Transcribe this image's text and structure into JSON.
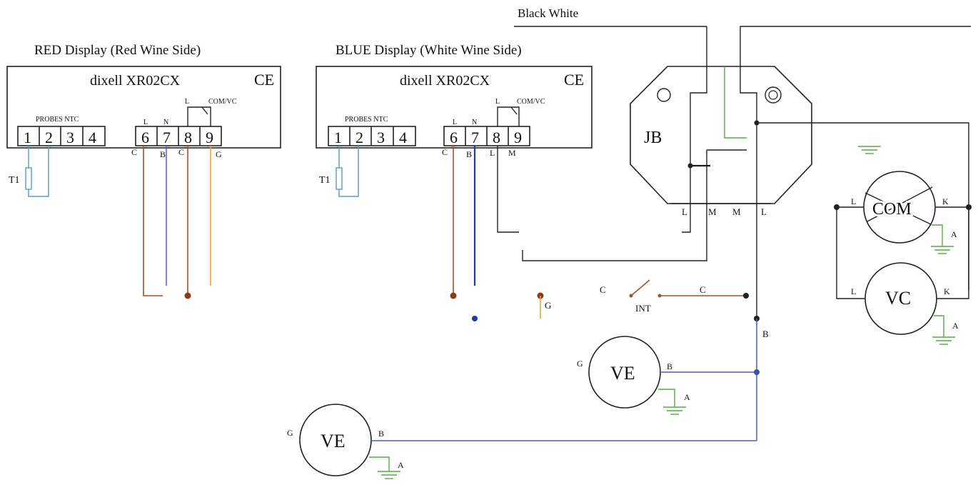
{
  "header_label": "Black White",
  "displays": [
    {
      "title": "RED Display (Red Wine Side)",
      "model": "dixell XR02CX",
      "mark": "CE",
      "probes_label": "PROBES NTC",
      "terminals": [
        "1",
        "2",
        "3",
        "4",
        "6",
        "7",
        "8",
        "9"
      ],
      "labels_top": [
        "L",
        "N",
        "L",
        "COM/VC"
      ],
      "labels_bottom": [
        "C",
        "B",
        "C",
        "G"
      ],
      "sensor": "T1"
    },
    {
      "title": "BLUE Display (White Wine Side)",
      "model": "dixell XR02CX",
      "mark": "CE",
      "probes_label": "PROBES NTC",
      "terminals": [
        "1",
        "2",
        "3",
        "4",
        "6",
        "7",
        "8",
        "9"
      ],
      "labels_top": [
        "L",
        "N",
        "L",
        "COM/VC"
      ],
      "labels_bottom": [
        "C",
        "B",
        "L",
        "M"
      ],
      "sensor": "T1"
    }
  ],
  "junction_box": {
    "label": "JB",
    "terminals": [
      "L",
      "M",
      "M",
      "L"
    ]
  },
  "components": {
    "com": {
      "label": "COM",
      "left": "L",
      "right": "K",
      "ground": "A"
    },
    "vc": {
      "label": "VC",
      "left": "L",
      "right": "K",
      "ground": "A"
    },
    "ve_right": {
      "label": "VE",
      "left": "G",
      "right": "B",
      "ground": "A"
    },
    "ve_left": {
      "label": "VE",
      "left": "G",
      "right": "B",
      "ground": "A"
    }
  },
  "switch": {
    "label": "INT",
    "left": "C",
    "right": "C"
  },
  "wire_labels": {
    "g_branch": "G",
    "b_vertical": "B"
  },
  "colors": {
    "black": "#222222",
    "brown": "#a0522d",
    "blue": "#4a5fb8",
    "dark_blue": "#223a9a",
    "light_blue": "#5b9ac8",
    "yellow": "#e0a830",
    "green": "#55aa44"
  }
}
